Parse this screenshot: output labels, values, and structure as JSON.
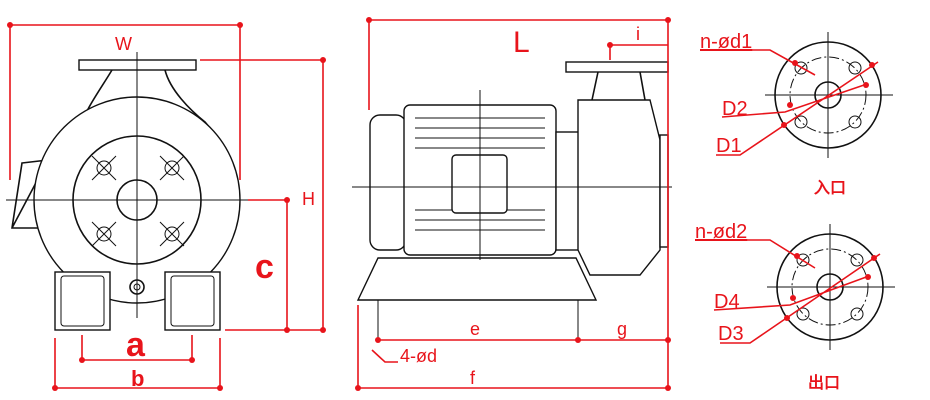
{
  "front_view": {
    "W": "W",
    "H": "H",
    "c": "c",
    "a": "a",
    "b": "b"
  },
  "side_view": {
    "L": "L",
    "i": "i",
    "e": "e",
    "g": "g",
    "f": "f",
    "bolt_holes": "4-ød"
  },
  "inlet_flange": {
    "holes": "n-ød1",
    "D2": "D2",
    "D1": "D1",
    "caption": "入口"
  },
  "outlet_flange": {
    "holes": "n-ød2",
    "D4": "D4",
    "D3": "D3",
    "caption": "出口"
  },
  "colors": {
    "dimension": "#e8141b",
    "drawing": "#111111"
  }
}
